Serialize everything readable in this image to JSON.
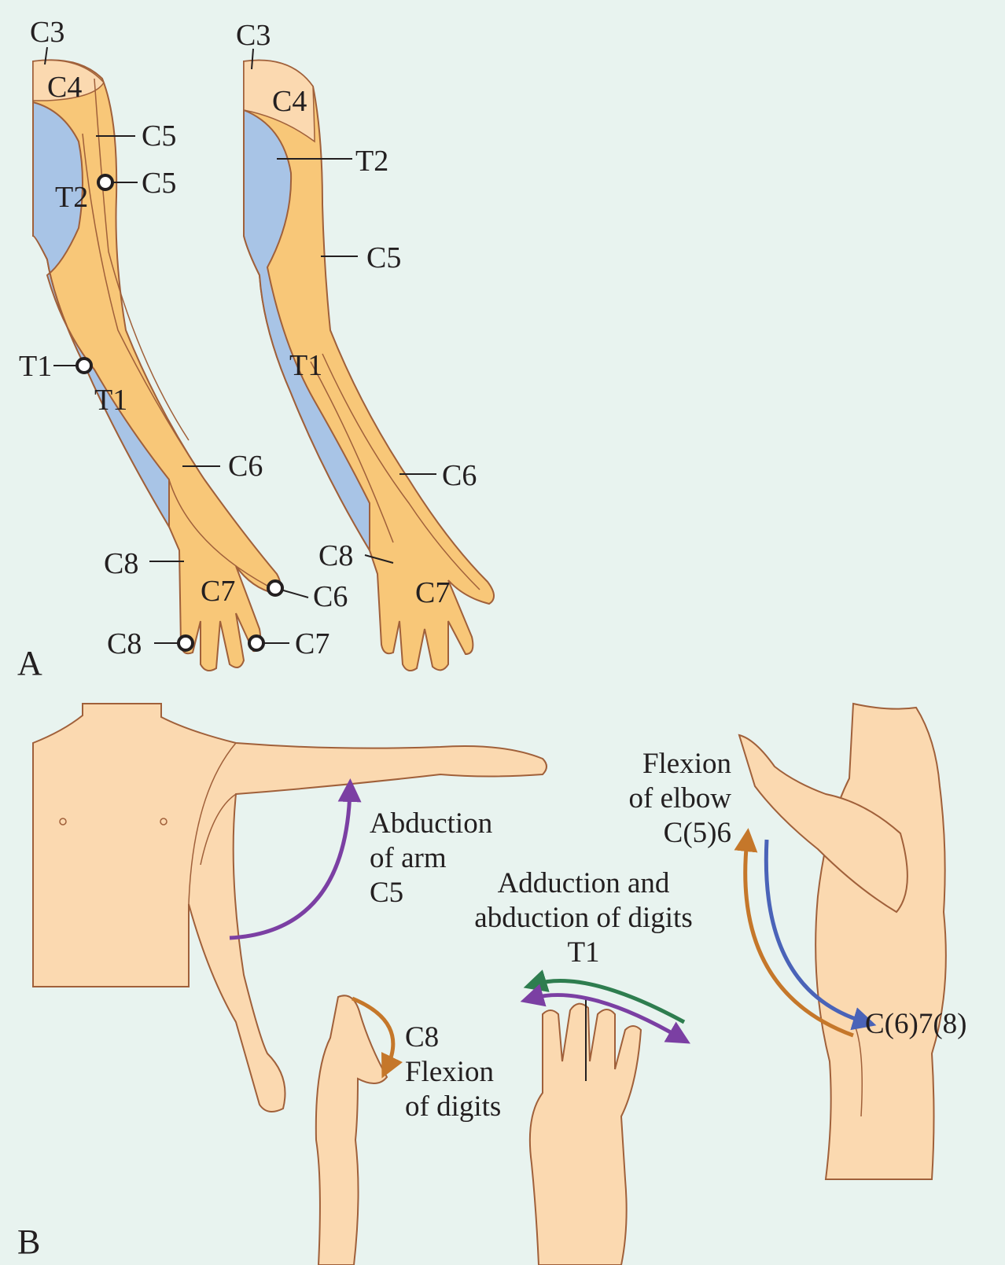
{
  "panel_a": {
    "panel_label": "A",
    "left_arm": {
      "c3": "C3",
      "c4": "C4",
      "c5_a": "C5",
      "c5_b": "C5",
      "t2": "T2",
      "t1_dot": "T1",
      "t1": "T1",
      "c6_a": "C6",
      "c8_a": "C8",
      "c7_a": "C7",
      "c6_dot": "C6",
      "c8_dot": "C8",
      "c7_dot": "C7"
    },
    "right_arm": {
      "c3": "C3",
      "c4": "C4",
      "t2": "T2",
      "c5": "C5",
      "t1": "T1",
      "c6": "C6",
      "c8": "C8",
      "c7": "C7"
    }
  },
  "panel_b": {
    "panel_label": "B",
    "abduction_arm": [
      "Abduction",
      "of arm",
      "C5"
    ],
    "flexion_elbow": [
      "Flexion",
      "of elbow",
      "C(5)6"
    ],
    "extension_elbow": "C(6)7(8)",
    "digits_abduction": [
      "Adduction and",
      "abduction of digits",
      "T1"
    ],
    "flexion_digits": [
      "C8",
      "Flexion",
      "of digits"
    ]
  },
  "colors": {
    "background": "#e8f3ef",
    "skin": "#fbd9b0",
    "dermatome_orange": "#f8c778",
    "dermatome_blue": "#a8c4e6",
    "outline": "#a0603a",
    "arrow_purple": "#7b3fa3",
    "arrow_orange": "#c5772a",
    "arrow_blue": "#4a63b8",
    "arrow_green": "#2e7d4f"
  }
}
